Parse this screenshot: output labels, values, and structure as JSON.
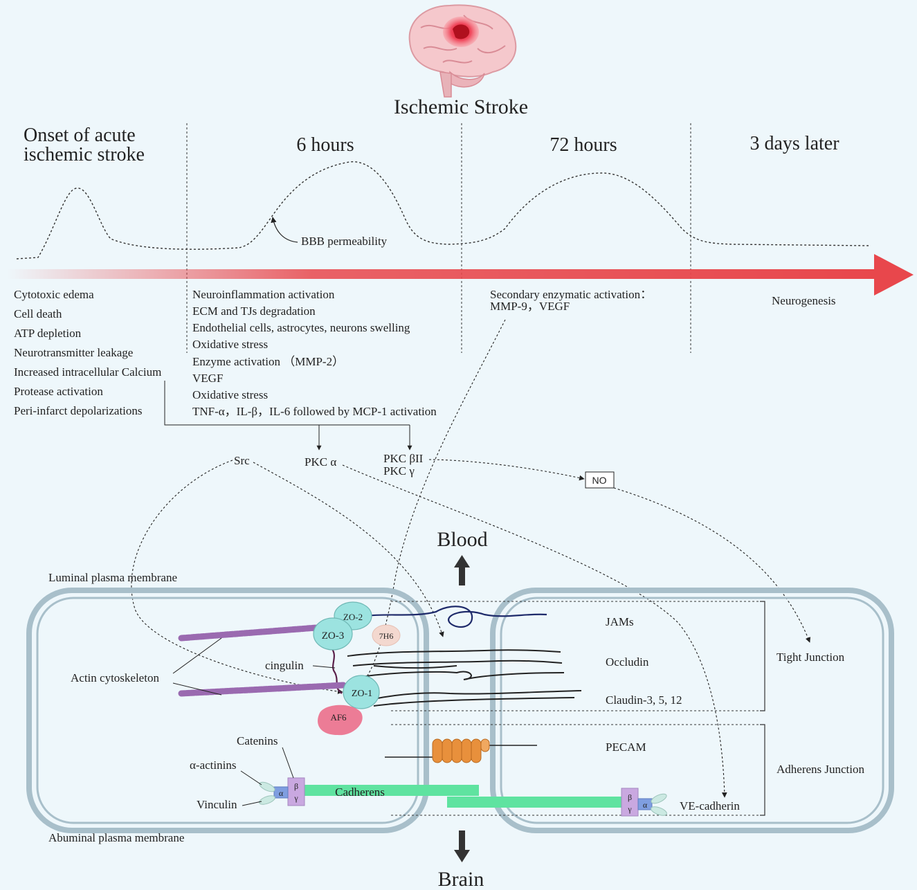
{
  "title": "Ischemic Stroke",
  "phases": {
    "onset_line1": "Onset of acute",
    "onset_line2": "ischemic stroke",
    "six_hours": "6 hours",
    "seventy_two_hours": "72 hours",
    "three_days": "3 days later"
  },
  "curve_label": "BBB permeability",
  "onset_events": [
    "Cytotoxic edema",
    "Cell death",
    "ATP depletion",
    "Neurotransmitter leakage",
    "Increased intracellular Calcium",
    "Protease activation",
    "Peri-infarct depolarizations"
  ],
  "six_hour_events": [
    "Neuroinflammation activation",
    "ECM and TJs degradation",
    "Endothelial cells, astrocytes, neurons swelling",
    "Oxidative stress",
    "Enzyme activation （MMP-2）",
    "VEGF",
    "Oxidative stress",
    "TNF-α，IL-β，IL-6 followed by MCP-1 activation"
  ],
  "secondary_line1": "Secondary enzymatic activation：",
  "secondary_line2": "MMP-9，VEGF",
  "late_event": "Neurogenesis",
  "signals": {
    "src": "Src",
    "pkc_alpha": "PKC α",
    "pkc_beta": "PKC βII",
    "pkc_gamma": "PKC γ",
    "no": "NO"
  },
  "blood": "Blood",
  "brain": "Brain",
  "luminal": "Luminal plasma membrane",
  "abluminal": "Abuminal plasma membrane",
  "proteins": {
    "zo1": "ZO-1",
    "zo2": "ZO-2",
    "zo3": "ZO-3",
    "p7h6": "7H6",
    "af6": "AF6",
    "cingulin": "cingulin",
    "actin": "Actin cytoskeleton",
    "catenins": "Catenins",
    "actinins": "α-actinins",
    "vinculin": "Vinculin",
    "cadherens": "Cadherens",
    "alpha": "α",
    "beta": "β",
    "gamma": "γ"
  },
  "junctions": {
    "jams": "JAMs",
    "occludin": "Occludin",
    "claudin": "Claudin-3, 5, 12",
    "pecam": "PECAM",
    "ve_cadherin": "VE-cadherin",
    "tight": "Tight Junction",
    "adherens": "Adherens Junction"
  },
  "colors": {
    "arrow_red": "#e8474c",
    "cell_border": "#a8bfca",
    "zo_teal": "#9ce3e0",
    "af6_pink": "#ec7c96",
    "cadherin_green": "#5fe3a0",
    "pecam_orange": "#e8903c",
    "actin_purple": "#9a6ab0",
    "catenin_lilac": "#c9a8e0",
    "alpha_blue": "#7f9ee0"
  }
}
